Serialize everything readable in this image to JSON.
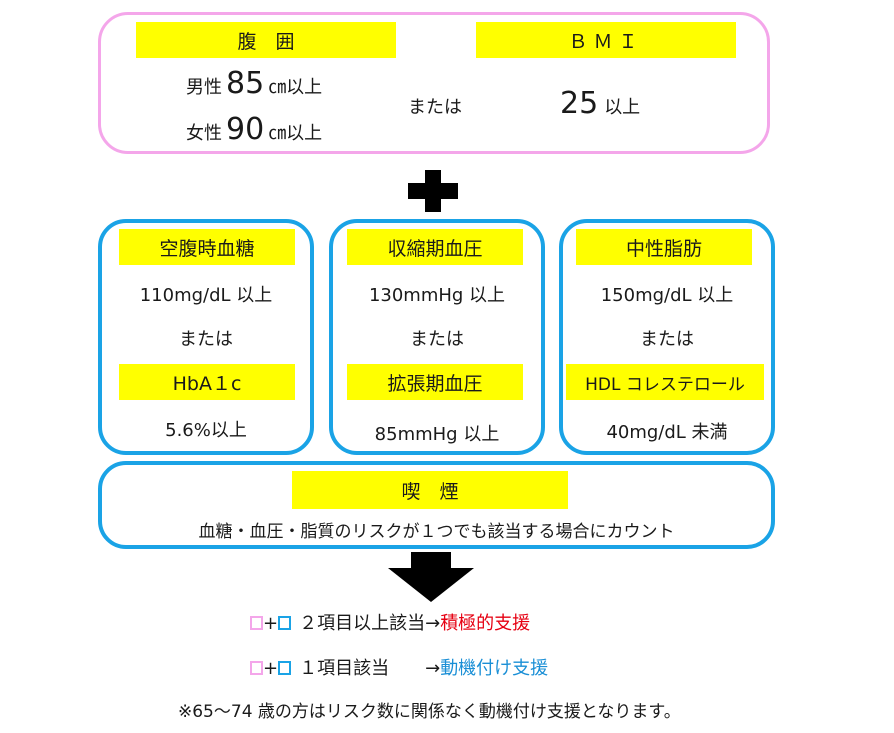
{
  "top": {
    "waist_label": "腹　囲",
    "waist_male_prefix": "男性",
    "waist_male_value": "85",
    "waist_male_suffix": "㎝以上",
    "waist_female_prefix": "女性",
    "waist_female_value": "90",
    "waist_female_suffix": "㎝以上",
    "or_text": "または",
    "bmi_label": "ＢＭＩ",
    "bmi_value": "25",
    "bmi_suffix": "以上"
  },
  "plus_symbol": "✚",
  "boxes": [
    {
      "label1": "空腹時血糖",
      "value1": "110mg/dL 以上",
      "or": "または",
      "label2": "HbA１c",
      "value2": "5.6%以上"
    },
    {
      "label1": "収縮期血圧",
      "value1": "130mmHg 以上",
      "or": "または",
      "label2": "拡張期血圧",
      "value2": "85mmHg 以上"
    },
    {
      "label1": "中性脂肪",
      "value1": "150mg/dL 以上",
      "or": "または",
      "label2": "HDL コレステロール",
      "value2": "40mg/dL 未満"
    }
  ],
  "smoking": {
    "label": "喫　煙",
    "note": "血糖・血圧・脂質のリスクが１つでも該当する場合にカウント"
  },
  "results": [
    {
      "plus": "+",
      "condition": "２項目以上該当→",
      "outcome": "積極的支援",
      "outcome_color": "#e60012"
    },
    {
      "plus": "+",
      "condition": "１項目該当　　→",
      "outcome": "動機付け支援",
      "outcome_color": "#1a8fd6"
    }
  ],
  "footnote": "※65～74 歳の方はリスク数に関係なく動機付け支援となります。",
  "colors": {
    "pink_border": "#f4a6ea",
    "blue_border": "#1aa3e6",
    "label_fill": "#ffff00",
    "arrow": "#000000"
  }
}
